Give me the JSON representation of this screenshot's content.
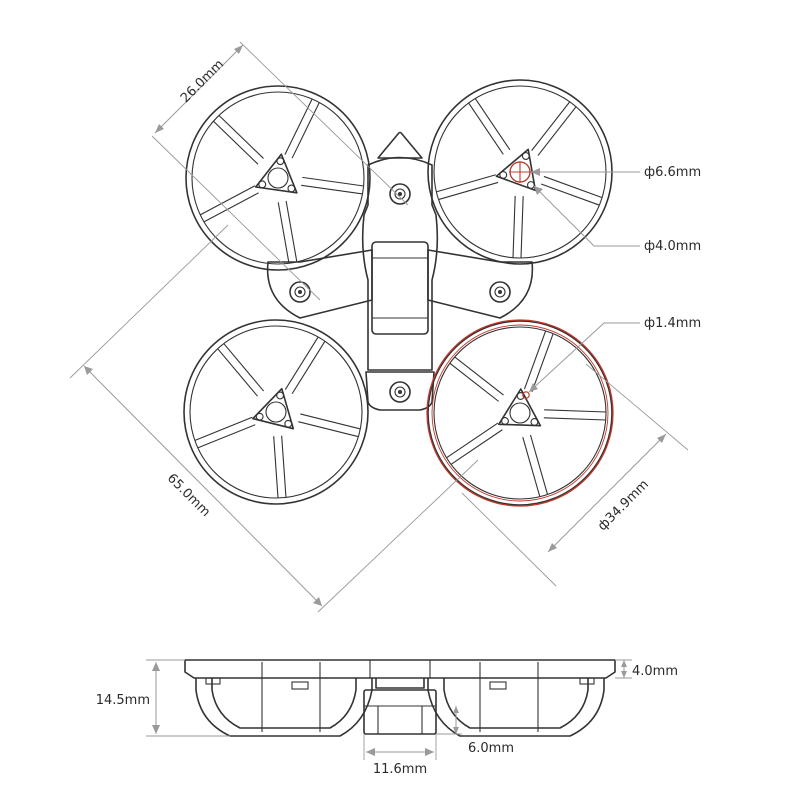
{
  "dimensions": {
    "diag_top": "26.0mm",
    "diag_long": "65.0mm",
    "hole_large": "ф6.6mm",
    "hole_mid": "ф4.0mm",
    "hole_small": "ф1.4mm",
    "duct_diameter": "ф34.9mm",
    "height_total": "14.5mm",
    "height_rim": "4.0mm",
    "bay_depth": "6.0mm",
    "bay_width": "11.6mm"
  },
  "colors": {
    "line": "#333333",
    "dimension": "#9a9a9a",
    "highlight": "#c0392b",
    "label": "#2a2a2a"
  }
}
